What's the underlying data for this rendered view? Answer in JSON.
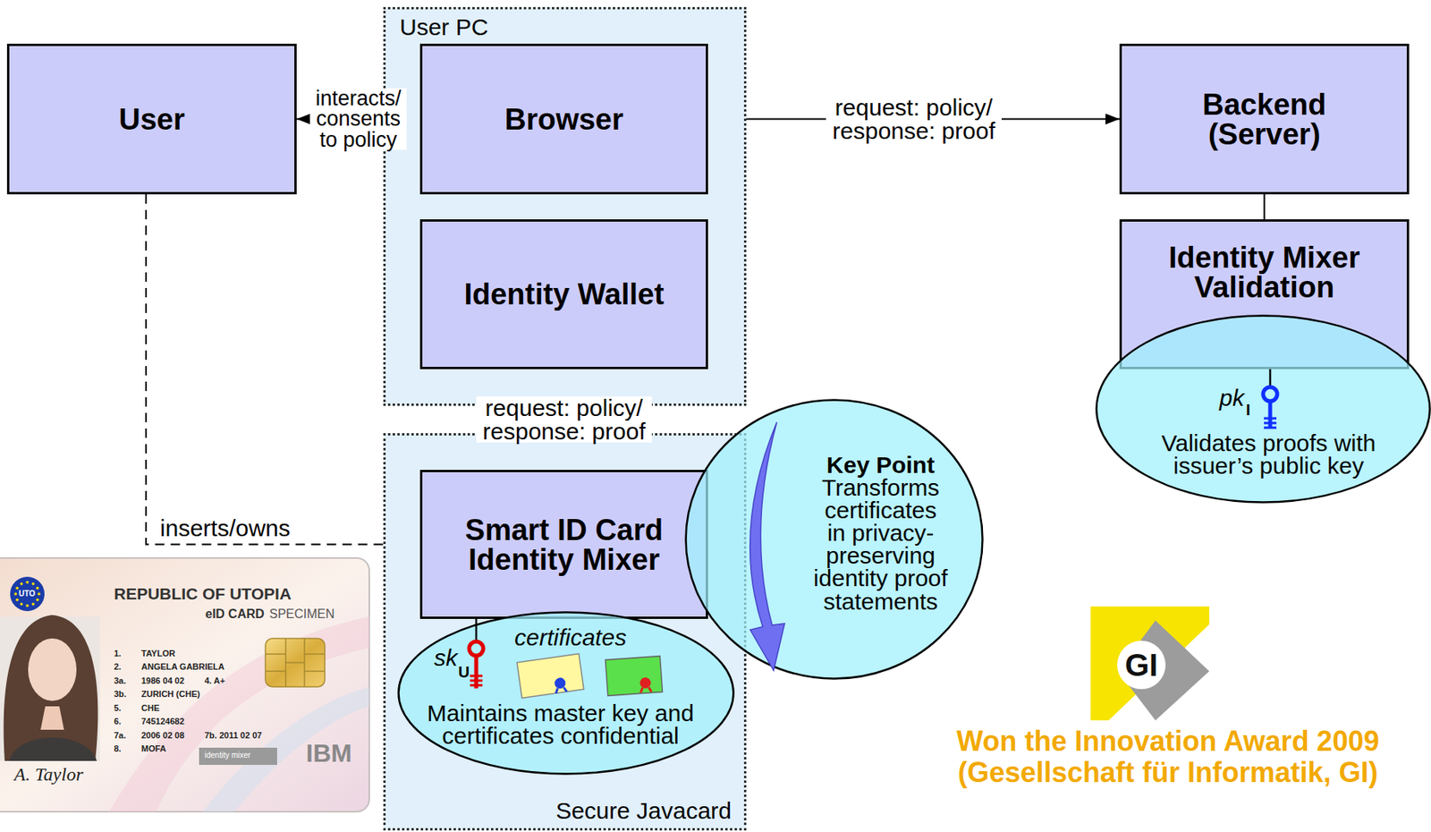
{
  "diagram": {
    "nodes": [
      {
        "text": [
          "User"
        ]
      },
      {
        "text": [
          "User PC"
        ]
      },
      {
        "text": [
          "Browser"
        ],
        "in": 1
      },
      {
        "text": [
          "Identity Wallet"
        ],
        "in": 1
      },
      {
        "text": [
          "Secure Javacard"
        ]
      },
      {
        "text": [
          "Smart ID Card Identity Mixer"
        ],
        "in": 4
      },
      {
        "text": [
          "Maintains master key and certificates confidential"
        ],
        "in": 4
      },
      {
        "text": [
          "Key Point",
          "Transforms certificates in privacy-preserving identity proof statements"
        ]
      },
      {
        "text": [
          "Backend (Server)"
        ]
      },
      {
        "text": [
          "Identity Mixer Validation"
        ]
      },
      {
        "text": [
          "Validates proofs with issuer’s public key"
        ]
      }
    ],
    "edges": [
      {
        "from": 0,
        "to": 2,
        "arrow": "both",
        "label": "interacts/ consents to policy"
      },
      {
        "from": 2,
        "to": 8,
        "arrow": "both",
        "label": "request: policy/ response: proof"
      },
      {
        "from": 2,
        "to": 3,
        "arrow": "none"
      },
      {
        "from": 3,
        "to": 5,
        "arrow": "both",
        "label": "request: policy/ response: proof"
      },
      {
        "from": 0,
        "to": 5,
        "arrow": "to",
        "label": "inserts/owns"
      },
      {
        "from": 8,
        "to": 9,
        "arrow": "none"
      }
    ],
    "labels": [
      "sk",
      "U",
      "certificates",
      "pk",
      "I",
      "REPUBLIC OF UTOPIA",
      "eID CARD",
      "SPECIMEN",
      "UTO",
      "1.",
      "TAYLOR",
      "2.",
      "ANGELA GABRIELA",
      "3a.",
      "1986 04 02",
      "4. A+",
      "3b.",
      "ZURICH (CHE)",
      "5.",
      "CHE",
      "6.",
      "745124682",
      "7a.",
      "2006 02 08",
      "7b. 2011 02 07",
      "8.",
      "MOFA",
      "A. Taylor",
      "identity mixer",
      "IBM",
      "GI",
      "Won the Innovation Award 2009",
      "(Gesellschaft für Informatik, GI)"
    ]
  }
}
